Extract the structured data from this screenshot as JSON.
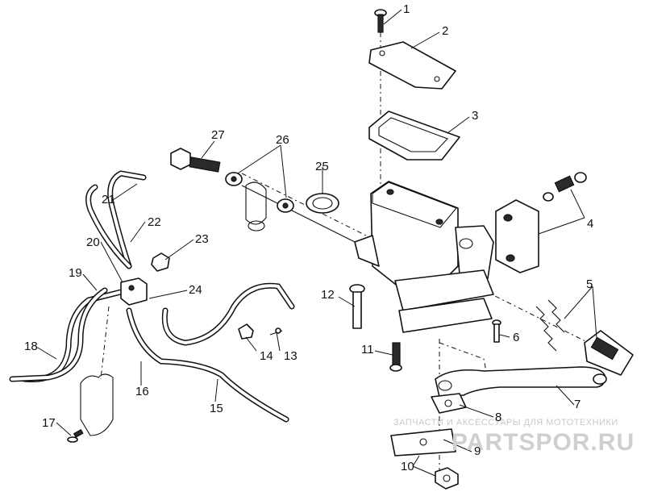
{
  "labels": [
    "1",
    "2",
    "3",
    "4",
    "5",
    "6",
    "7",
    "8",
    "9",
    "10",
    "11",
    "12",
    "13",
    "14",
    "15",
    "16",
    "17",
    "18",
    "19",
    "20",
    "21",
    "22",
    "23",
    "24",
    "25",
    "26",
    "27"
  ],
  "watermark": {
    "line1": "ЗАПЧАСТИ И АКСЕССУАРЫ ДЛЯ МОТОТЕХНИКИ",
    "line2": "PARTSPOR.RU"
  },
  "colors": {
    "ink": "#111111",
    "paper": "#ffffff",
    "watermark": "#cfcfcf"
  }
}
